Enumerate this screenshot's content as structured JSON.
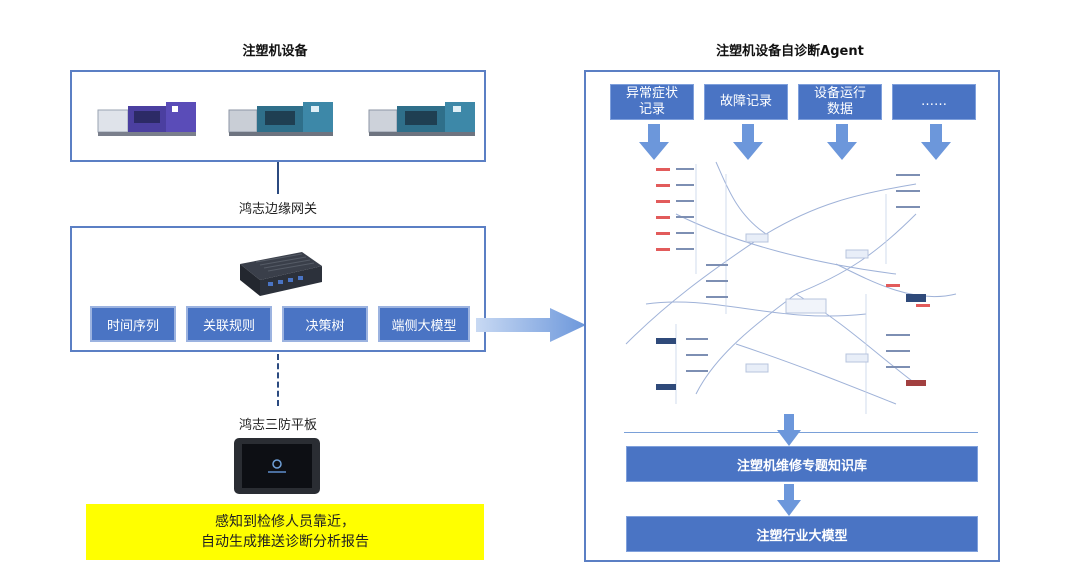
{
  "left": {
    "title": "注塑机设备",
    "gateway_label": "鸿志边缘网关",
    "algorithms": [
      "时间序列",
      "关联规则",
      "决策树",
      "端侧大模型"
    ],
    "tablet_label": "鸿志三防平板",
    "notice": [
      "感知到检修人员靠近，",
      "自动生成推送诊断分析报告"
    ]
  },
  "right": {
    "title": "注塑机设备自诊断Agent",
    "sources": [
      "异常症状\n记录",
      "故障记录",
      "设备运行\n数据",
      "……"
    ],
    "knowledge_base": "注塑机维修专题知识库",
    "industry_model": "注塑行业大模型"
  },
  "colors": {
    "accent": "#4a74c4",
    "frame": "#5b7fc4",
    "highlight": "#ffff00"
  }
}
